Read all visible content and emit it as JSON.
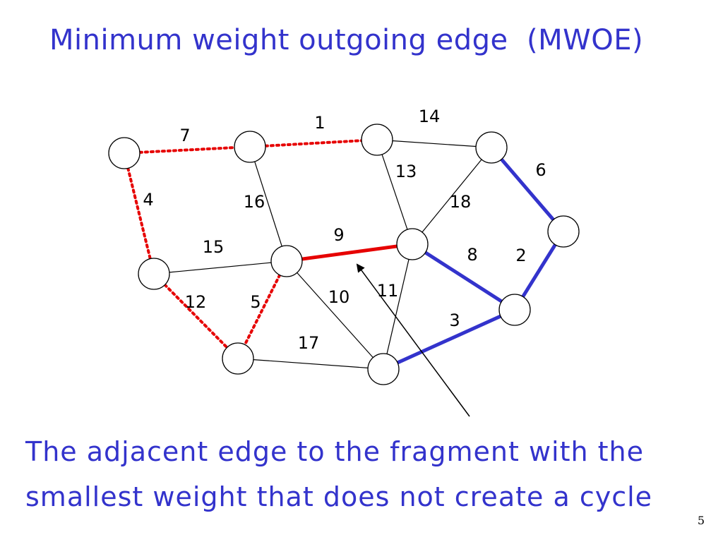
{
  "slide": {
    "title": "Minimum weight outgoing edge  (MWOE)",
    "caption_line1": "The adjacent edge to the fragment with the",
    "caption_line2": "smallest weight that does not create a cycle",
    "page_number": "5"
  },
  "colors": {
    "title": "#3333cc",
    "fragment_edge_red": "#e60000",
    "fragment_edge_blue": "#3333cc",
    "normal_edge": "#000000"
  },
  "graph": {
    "nodes": [
      "A",
      "B",
      "C",
      "D",
      "E",
      "F",
      "G",
      "H",
      "I",
      "J",
      "K"
    ],
    "edges": [
      {
        "from": "A",
        "to": "B",
        "weight": "7",
        "style": "red-dotted"
      },
      {
        "from": "B",
        "to": "C",
        "weight": "1",
        "style": "red-dotted"
      },
      {
        "from": "C",
        "to": "D",
        "weight": "14",
        "style": "normal"
      },
      {
        "from": "D",
        "to": "E",
        "weight": "6",
        "style": "blue"
      },
      {
        "from": "A",
        "to": "F",
        "weight": "4",
        "style": "red-dotted"
      },
      {
        "from": "B",
        "to": "G",
        "weight": "16",
        "style": "normal"
      },
      {
        "from": "C",
        "to": "H",
        "weight": "13",
        "style": "normal"
      },
      {
        "from": "D",
        "to": "H",
        "weight": "18",
        "style": "normal"
      },
      {
        "from": "F",
        "to": "G",
        "weight": "15",
        "style": "normal"
      },
      {
        "from": "G",
        "to": "H",
        "weight": "9",
        "style": "red-solid"
      },
      {
        "from": "H",
        "to": "I",
        "weight": "8",
        "style": "blue"
      },
      {
        "from": "E",
        "to": "I",
        "weight": "2",
        "style": "blue"
      },
      {
        "from": "F",
        "to": "J",
        "weight": "12",
        "style": "red-dotted"
      },
      {
        "from": "G",
        "to": "J",
        "weight": "5",
        "style": "red-dotted"
      },
      {
        "from": "G",
        "to": "K",
        "weight": "10",
        "style": "normal"
      },
      {
        "from": "H",
        "to": "K",
        "weight": "11",
        "style": "normal"
      },
      {
        "from": "K",
        "to": "I",
        "weight": "3",
        "style": "blue"
      },
      {
        "from": "J",
        "to": "K",
        "weight": "17",
        "style": "normal"
      }
    ],
    "highlighted_edge_weight": "9"
  }
}
